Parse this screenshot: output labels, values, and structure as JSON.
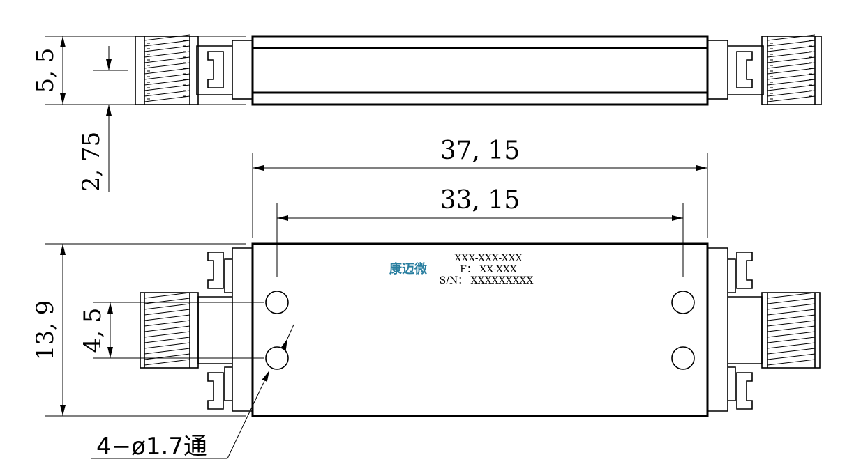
{
  "dimensions": {
    "height_top": "5, 5",
    "offset_top": "2, 75",
    "overall_length": "37, 15",
    "hole_spacing": "33, 15",
    "overall_height": "13, 9",
    "hole_vertical": "4, 5",
    "hole_callout": "4−ø1.7通"
  },
  "label": {
    "logo": "康迈微",
    "part_number": "XXX-XXX-XXX",
    "frequency": "F： XX-XXX",
    "serial": "S/N： XXXXXXXXX"
  },
  "colors": {
    "logo": "#2a7fa0",
    "line": "#000000"
  }
}
